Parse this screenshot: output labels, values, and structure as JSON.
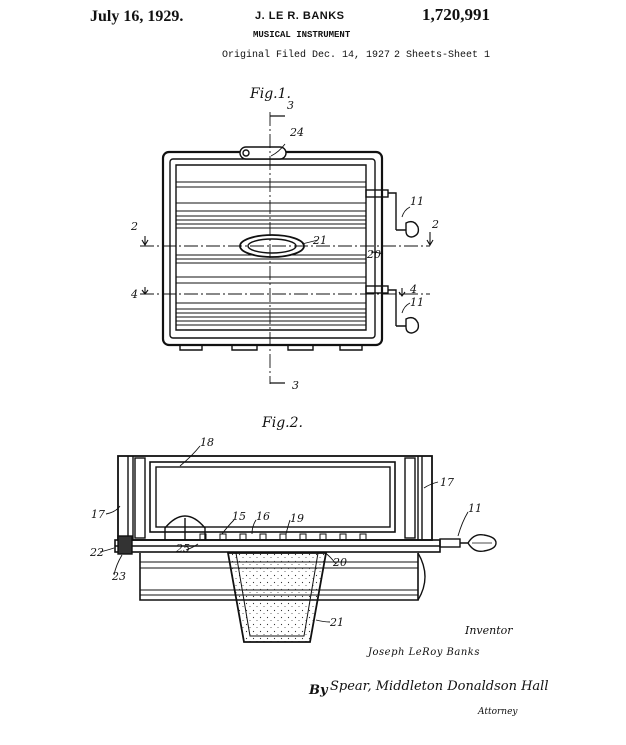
{
  "header": {
    "date": "July 16, 1929.",
    "inventor_name": "J. LE R. BANKS",
    "patent_number": "1,720,991",
    "title": "MUSICAL INSTRUMENT",
    "filed": "Original Filed Dec. 14, 1927",
    "sheets": "2 Sheets-Sheet  1"
  },
  "fig1": {
    "label": "Fig.1.",
    "refs": {
      "r24": "24",
      "r11a": "11",
      "r11b": "11",
      "r21": "21",
      "r20": "20"
    },
    "section_marks": {
      "top3": "3",
      "bottom3": "3",
      "left2": "2",
      "right2": "2",
      "left4": "4",
      "right4": "4"
    }
  },
  "fig2": {
    "label": "Fig.2.",
    "refs": {
      "r18": "18",
      "r17a": "17",
      "r17b": "17",
      "r11": "11",
      "r15": "15",
      "r16": "16",
      "r19": "19",
      "r25": "25",
      "r20": "20",
      "r22": "22",
      "r23": "23",
      "r21": "21"
    }
  },
  "signature": {
    "inventor_label": "Inventor",
    "inventor_name": "Joseph LeRoy Banks",
    "by": "By",
    "attorney_signature": "Spear, Middleton Donaldson Hall",
    "attorney_label": "Attorney"
  }
}
